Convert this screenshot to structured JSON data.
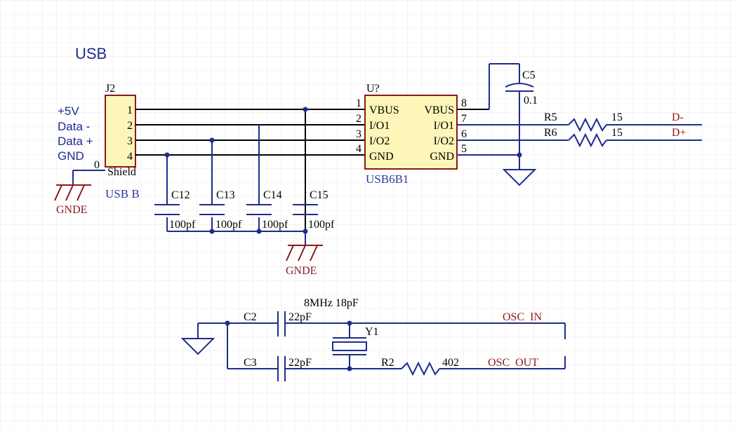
{
  "title": "USB",
  "connector": {
    "ref": "J2",
    "type": "USB B",
    "pin_numbers": [
      "1",
      "2",
      "3",
      "4",
      "0"
    ],
    "pin_names": [
      "+5V",
      "Data -",
      "Data +",
      "GND"
    ],
    "shield_label": "Shield"
  },
  "ic": {
    "ref": "U?",
    "part": "USB6B1",
    "left_pin_numbers": [
      "1",
      "2",
      "3",
      "4"
    ],
    "left_pin_names": [
      "VBUS",
      "I/O1",
      "I/O2",
      "GND"
    ],
    "right_pin_numbers": [
      "8",
      "7",
      "6",
      "5"
    ],
    "right_pin_names": [
      "VBUS",
      "I/O1",
      "I/O2",
      "GND"
    ]
  },
  "capacitors_usb": [
    {
      "ref": "C12",
      "value": "100pf"
    },
    {
      "ref": "C13",
      "value": "100pf"
    },
    {
      "ref": "C14",
      "value": "100pf"
    },
    {
      "ref": "C15",
      "value": "100pf"
    }
  ],
  "decoupling": {
    "ref": "C5",
    "value": "0.1"
  },
  "resistors": [
    {
      "ref": "R5",
      "value": "15",
      "net": "D-"
    },
    {
      "ref": "R6",
      "value": "15",
      "net": "D+"
    }
  ],
  "ground_labels": [
    "GNDE",
    "GNDE"
  ],
  "oscillator": {
    "crystal_ref": "Y1",
    "crystal_desc": "8MHz 18pF",
    "caps": [
      {
        "ref": "C2",
        "value": "22pF"
      },
      {
        "ref": "C3",
        "value": "22pF"
      }
    ],
    "resistor": {
      "ref": "R2",
      "value": "402"
    },
    "nets": [
      "OSC  IN",
      "OSC  OUT"
    ]
  },
  "colors": {
    "wire": "#1e2c8c",
    "component_body": "#fdf6b8",
    "component_outline": "#8b1a1a",
    "grid": "#e9e9e9",
    "ground_label": "#8b1a1a"
  }
}
